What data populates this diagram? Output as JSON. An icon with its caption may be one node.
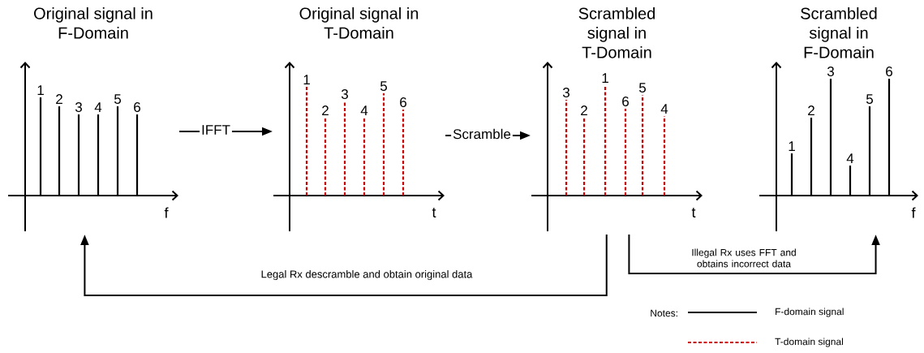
{
  "diagram": {
    "nodes": [
      {
        "text": [
          "Original signal in F-Domain"
        ]
      },
      {
        "text": [
          "Original signal in T-Domain"
        ]
      },
      {
        "text": [
          "Scrambled signal in T-Domain"
        ]
      },
      {
        "text": [
          "Scrambled signal in F-Domain"
        ]
      }
    ],
    "edges": [
      {
        "from": 0,
        "to": 1,
        "arrow": "to",
        "label": "IFFT"
      },
      {
        "from": 1,
        "to": 2,
        "arrow": "to",
        "label": "Scramble"
      },
      {
        "from": 2,
        "to": 0,
        "arrow": "to",
        "label": "Legal Rx descramble and obtain original data"
      },
      {
        "from": 2,
        "to": 3,
        "arrow": "to",
        "label": "Illegal Rx uses FFT and obtains incorrect data"
      }
    ],
    "labels": [
      "1",
      "2",
      "3",
      "4",
      "5",
      "6",
      "f",
      "1",
      "2",
      "3",
      "4",
      "5",
      "6",
      "t",
      "3",
      "2",
      "1",
      "6",
      "5",
      "4",
      "t",
      "1",
      "2",
      "3",
      "4",
      "5",
      "6",
      "f",
      "Notes:"
    ],
    "legend": [
      {
        "text": "F-domain signal"
      },
      {
        "text": "T-domain signal"
      }
    ]
  }
}
